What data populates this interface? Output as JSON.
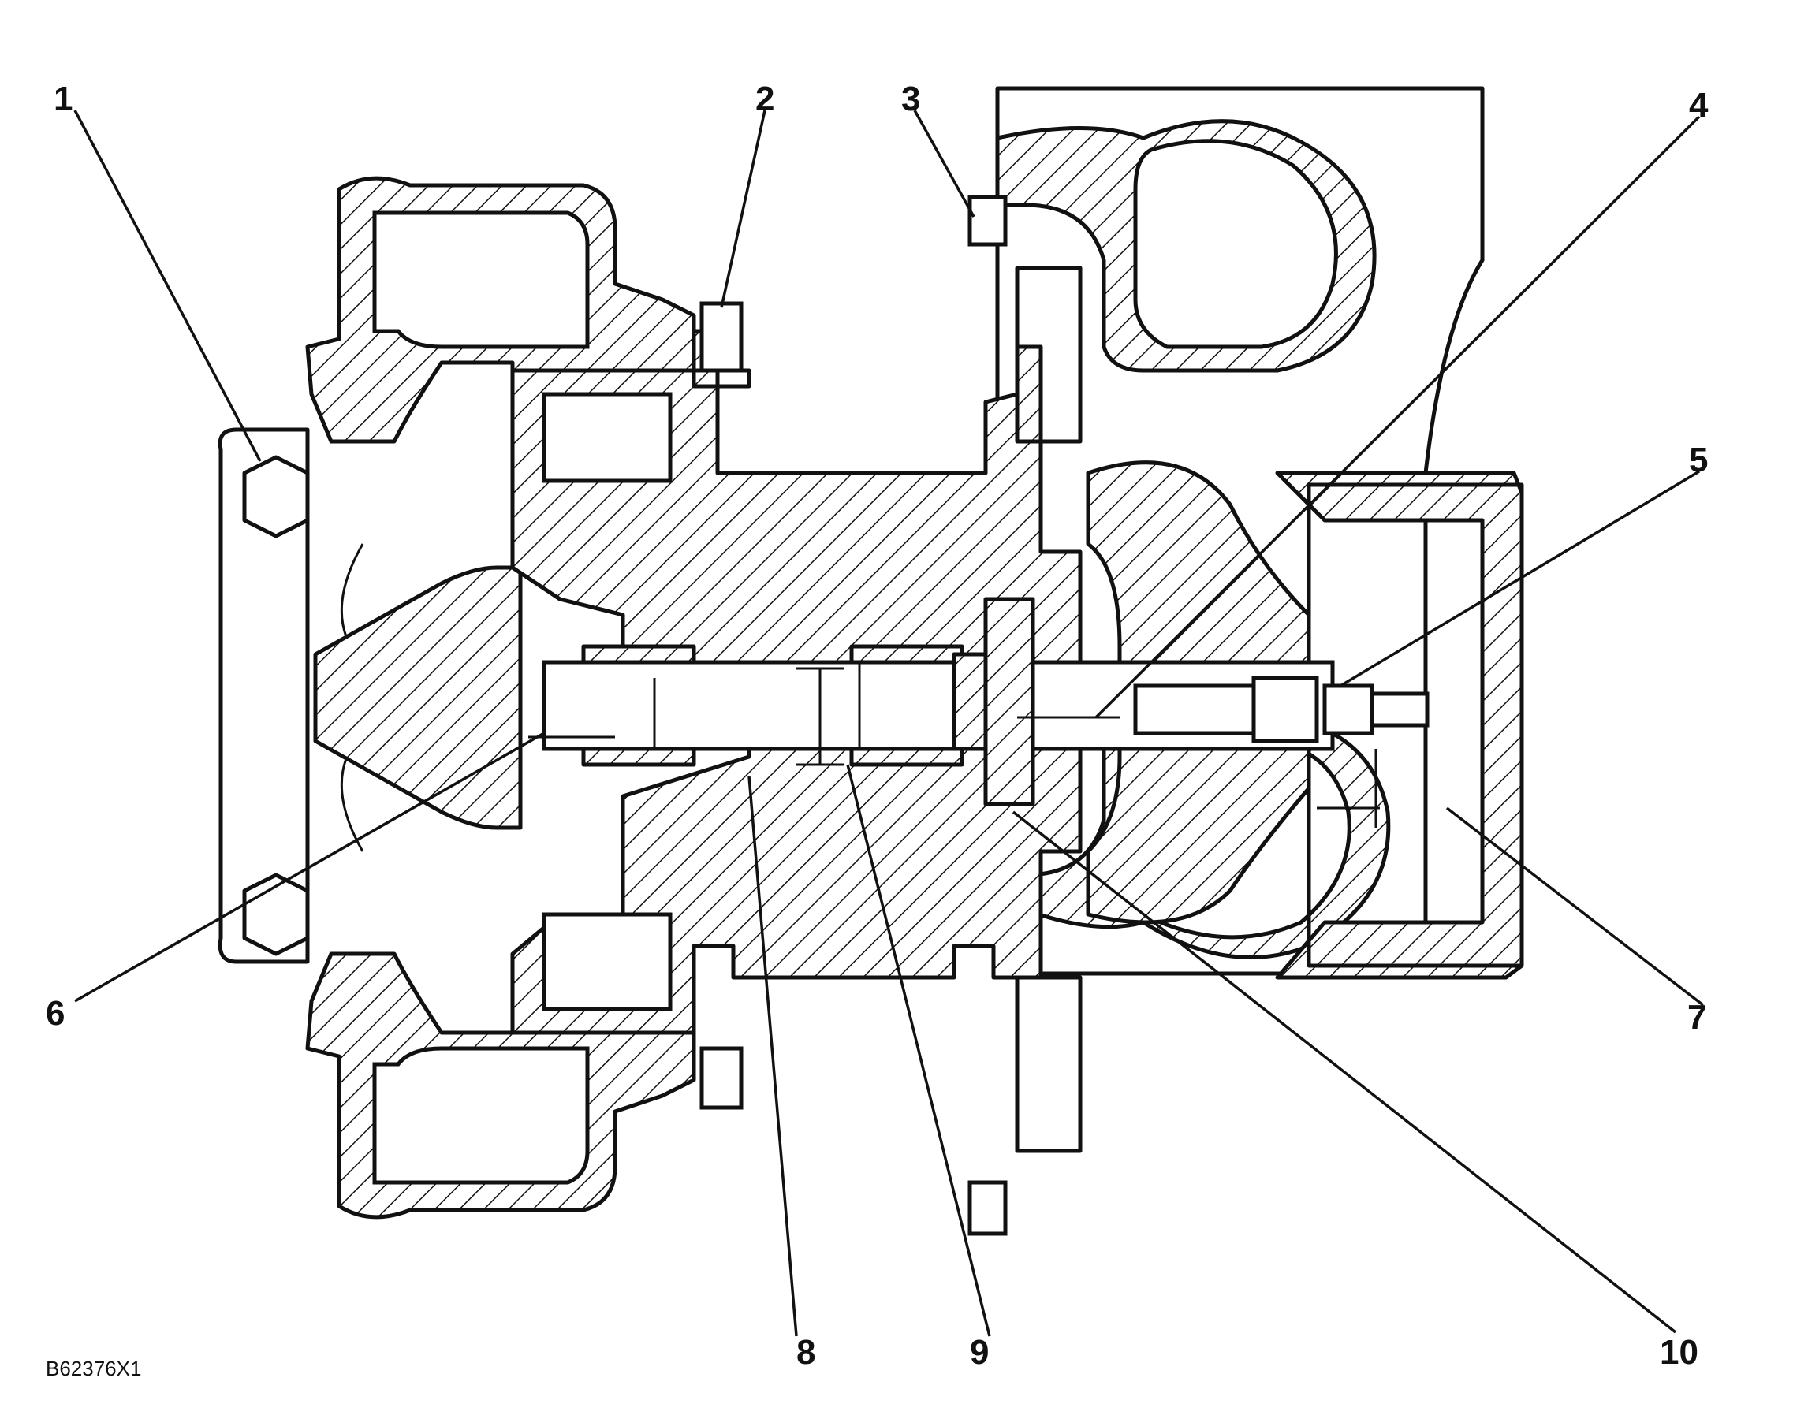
{
  "diagram": {
    "figure_id": "B62376X1",
    "callouts": [
      "1",
      "2",
      "3",
      "4",
      "5",
      "6",
      "7",
      "8",
      "9",
      "10"
    ],
    "colors": {
      "ink": "#111111",
      "paper": "#ffffff"
    }
  }
}
